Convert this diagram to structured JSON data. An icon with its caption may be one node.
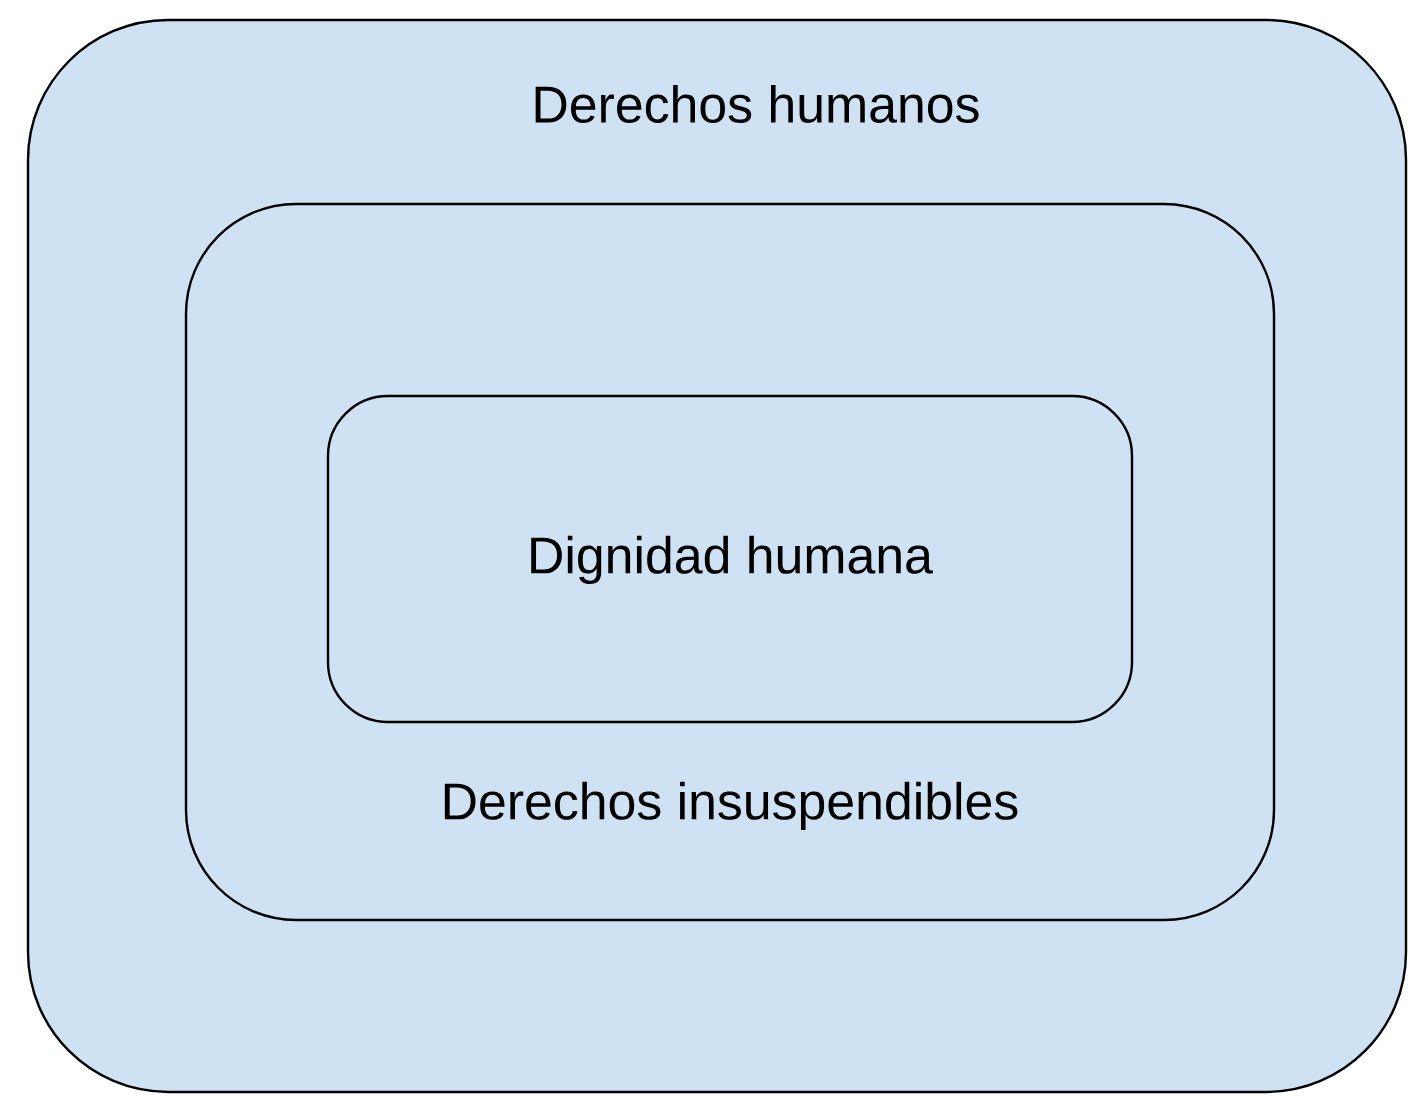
{
  "diagram": {
    "nodes": [
      {
        "text": [
          "Derechos humanos"
        ]
      },
      {
        "text": [
          "Derechos insuspendibles"
        ],
        "in": 0
      },
      {
        "text": [
          "Dignidad humana"
        ],
        "in": 1
      }
    ]
  }
}
